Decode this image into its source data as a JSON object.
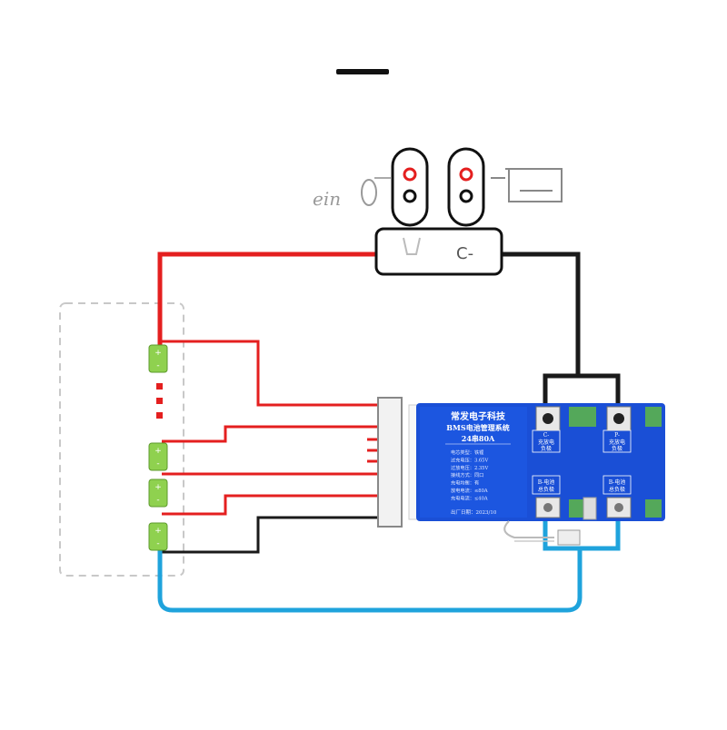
{
  "top_bar": {
    "visible": true
  },
  "connector": {
    "left_terminal_label": "",
    "right_terminal_label": "C-",
    "plug_text": "ein"
  },
  "bms": {
    "title_cn": "常发电子科技",
    "subtitle_cn": "BMS电池管理系统",
    "model": "24串80A",
    "spec_lines": [
      "电芯类型：铁锂",
      "过充电压：3.65V",
      "过放电压：2.35V",
      "接线方式：同口",
      "充电均衡：有",
      "放电电流：≤80A",
      "充电电流：≤40A"
    ],
    "date_line": "出厂日期：2023/10",
    "pad_labels": {
      "c_minus": [
        "C-",
        "充放电",
        "负极"
      ],
      "p_minus": [
        "P-",
        "充放电",
        "负极"
      ],
      "b_minus_1": [
        "B-电池",
        "总负极"
      ],
      "b_minus_2": [
        "B-电池",
        "总负极"
      ]
    }
  },
  "battery_cells": [
    {
      "plus": "+",
      "minus": "-"
    },
    {
      "plus": "+",
      "minus": "-"
    },
    {
      "plus": "+",
      "minus": "-"
    },
    {
      "plus": "+",
      "minus": "-"
    }
  ],
  "colors": {
    "red_wire": "#e41f1f",
    "black_wire": "#1a1a1a",
    "blue_wire": "#1fa3dc",
    "board": "#1a4fd6",
    "cell_green": "#8fd14f"
  }
}
